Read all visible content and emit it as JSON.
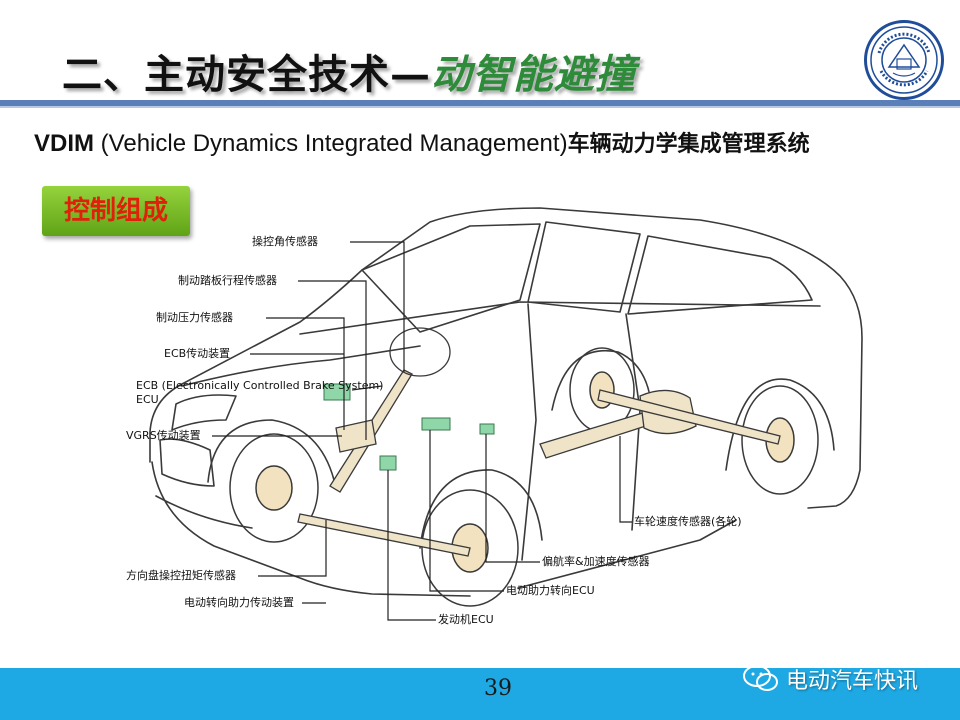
{
  "header": {
    "title_main": "二、主动安全技术—",
    "title_accent": "动智能避撞"
  },
  "subtitle": {
    "acronym": "VDIM",
    "english": " (Vehicle Dynamics Integrated Management)",
    "chinese": "车辆动力学集成管理系统"
  },
  "section": {
    "label": "控制组成"
  },
  "callouts": {
    "steering_angle": "操控角传感器",
    "brake_pedal_stroke": "制动踏板行程传感器",
    "brake_pressure": "制动压力传感器",
    "ecb_actuator": "ECB传动装置",
    "ecb_ecu_line1": "ECB (Electronically Controlled Brake System)",
    "ecb_ecu_line2": "ECU",
    "vgrs_actuator": "VGRS传动装置",
    "steering_torque": "方向盘操控扭矩传感器",
    "eps_actuator": "电动转向助力传动装置",
    "engine_ecu": "发动机ECU",
    "eps_ecu": "电动助力转向ECU",
    "yaw_accel": "偏航率&加速度传感器",
    "wheel_speed": "车轮速度传感器(各轮)"
  },
  "footer": {
    "page_number": "39",
    "watermark": "电动汽车快讯"
  },
  "colors": {
    "rule": "#5b7fb8",
    "footer": "#1ea9e4",
    "badge_green": "#7cc02a",
    "badge_text": "#e0200a",
    "title_accent": "#2e8b3a",
    "component_green": "#8fd6a8"
  }
}
